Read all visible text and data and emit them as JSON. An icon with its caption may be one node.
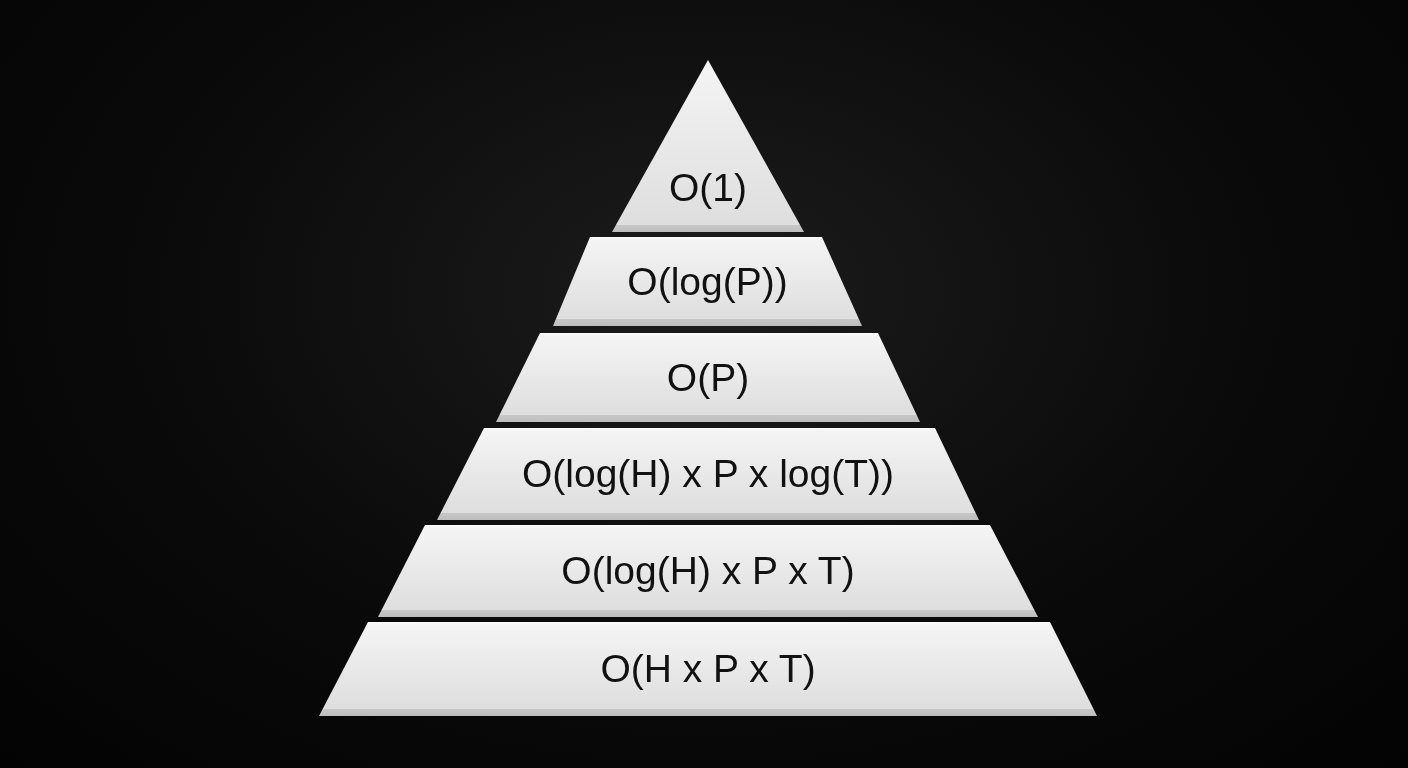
{
  "diagram": {
    "nodes": [
      {
        "text": [
          "O(1)"
        ]
      },
      {
        "text": [
          "O(log(P))"
        ]
      },
      {
        "text": [
          "O(P)"
        ]
      },
      {
        "text": [
          "O(log(H) x P x log(T))"
        ]
      },
      {
        "text": [
          "O(log(H) x P x T)"
        ]
      },
      {
        "text": [
          "O(H x P x T)"
        ]
      }
    ]
  }
}
